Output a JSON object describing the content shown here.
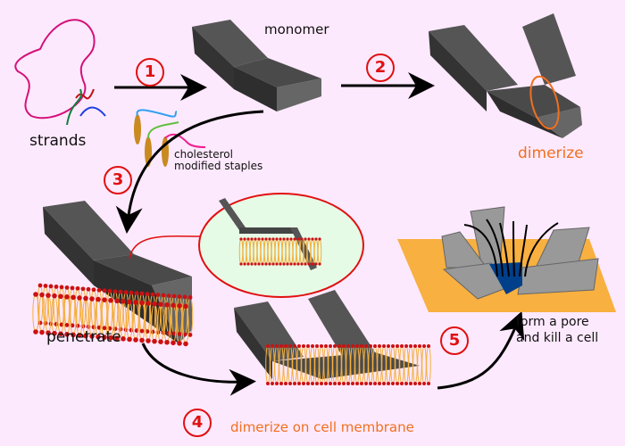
{
  "labels": {
    "strands": "strands",
    "monomer": "monomer",
    "dimerize": "dimerize",
    "staples": [
      "cholesterol",
      "modified staples"
    ],
    "penetrate": "penetrate",
    "dimerize_membrane": "dimerize on cell membrane",
    "pore": [
      "form a pore",
      "and kill a cell"
    ]
  },
  "steps": [
    "1",
    "2",
    "3",
    "4",
    "5"
  ],
  "colors": {
    "background": "#fde9fd",
    "step_number": "#e01010",
    "highlight_text": "#f07020",
    "origami": "#555555",
    "membrane": "#f4b040",
    "lipid_head": "#cc1111",
    "pore": "#003f8a",
    "inset_fill": "#e6fbe6"
  }
}
